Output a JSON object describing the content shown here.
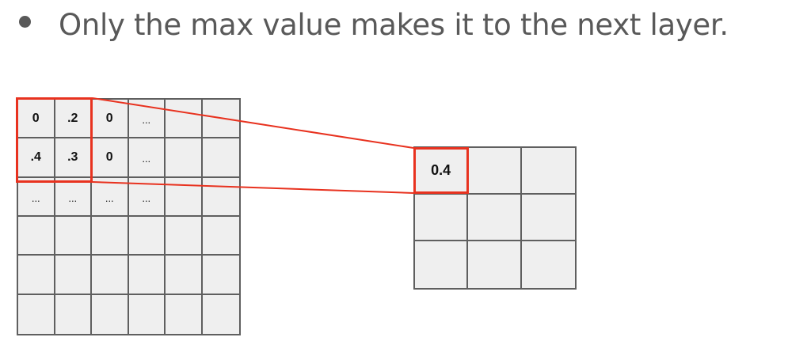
{
  "slide": {
    "bullet_text": "Only the max value makes it to the next layer."
  },
  "input_grid": {
    "rows": [
      [
        "0",
        ".2",
        "0",
        "...",
        "",
        ""
      ],
      [
        ".4",
        ".3",
        "0",
        "...",
        "",
        ""
      ],
      [
        "...",
        "...",
        "...",
        "...",
        "",
        ""
      ],
      [
        "",
        "",
        "",
        "",
        "",
        ""
      ],
      [
        "",
        "",
        "",
        "",
        "",
        ""
      ],
      [
        "",
        "",
        "",
        "",
        "",
        ""
      ]
    ]
  },
  "output_grid": {
    "rows": [
      [
        "0.4",
        "",
        ""
      ],
      [
        "",
        "",
        ""
      ],
      [
        "",
        "",
        ""
      ]
    ]
  },
  "colors": {
    "highlight": "#e8321f",
    "cell_fill": "#efefef",
    "grid_line": "#5f5f5f",
    "text_gray": "#595959"
  }
}
